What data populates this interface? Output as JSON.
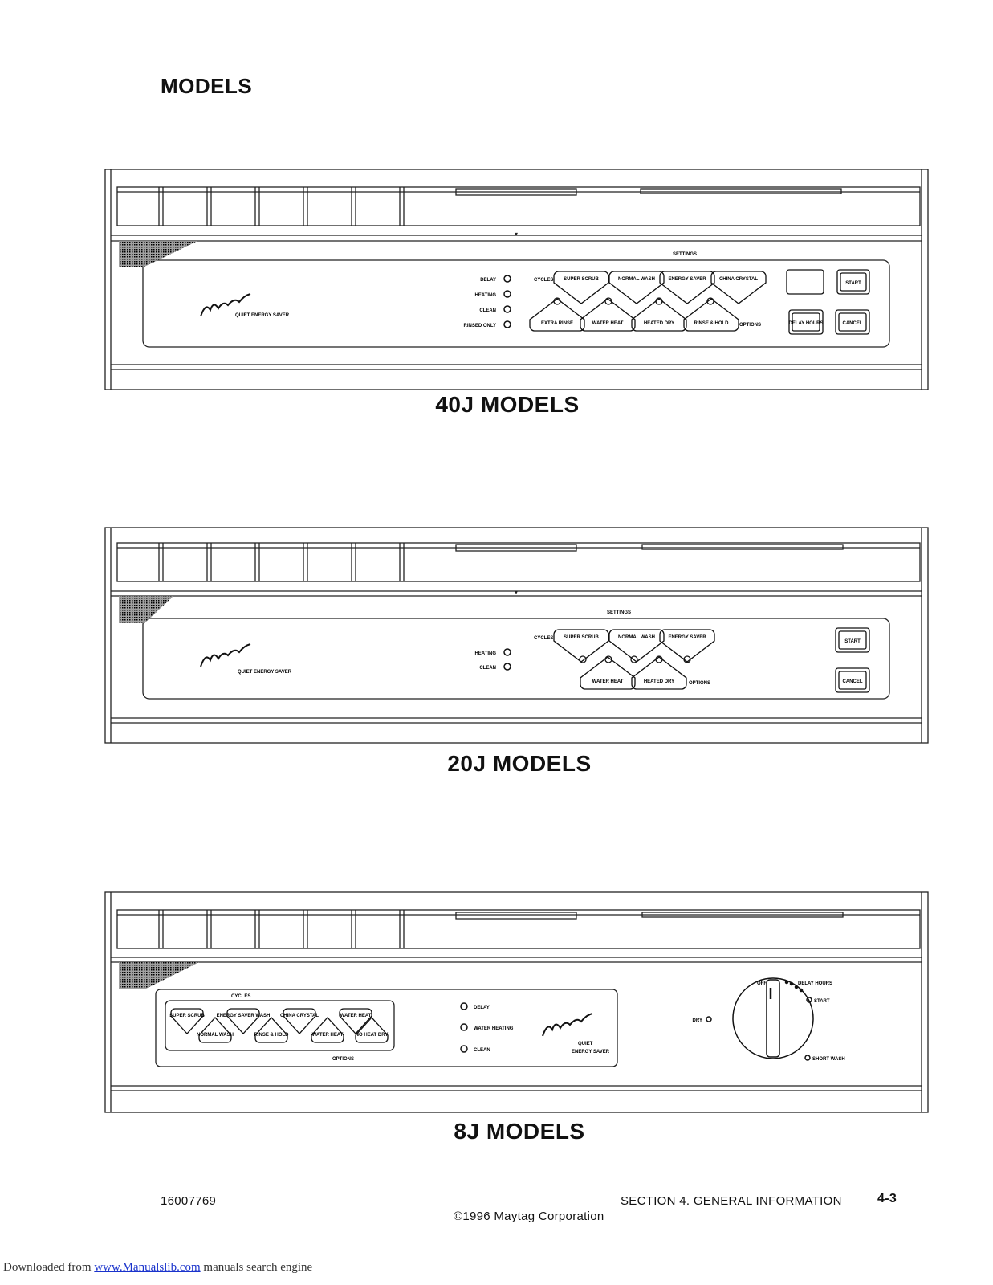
{
  "header": {
    "title": "MODELS"
  },
  "panels": [
    {
      "caption": "40J MODELS",
      "brand": "Maytag",
      "subtitle": "QUIET ENERGY SAVER",
      "indicators": [
        "DELAY",
        "HEATING",
        "CLEAN",
        "RINSED ONLY"
      ],
      "header_label": "SETTINGS",
      "cycles_label": "CYCLES",
      "options_label": "OPTIONS",
      "cycle_buttons": [
        "SUPER SCRUB",
        "NORMAL WASH",
        "ENERGY SAVER",
        "CHINA CRYSTAL"
      ],
      "option_buttons": [
        "EXTRA RINSE",
        "WATER HEAT",
        "HEATED DRY",
        "RINSE & HOLD"
      ],
      "start": "START",
      "cancel": "CANCEL",
      "delay": "DELAY HOURS"
    },
    {
      "caption": "20J MODELS",
      "brand": "Maytag",
      "subtitle": "QUIET ENERGY SAVER",
      "indicators": [
        "HEATING",
        "CLEAN"
      ],
      "header_label": "SETTINGS",
      "cycles_label": "CYCLES",
      "options_label": "OPTIONS",
      "cycle_buttons": [
        "SUPER SCRUB",
        "NORMAL WASH",
        "ENERGY SAVER"
      ],
      "option_buttons": [
        "WATER HEAT",
        "HEATED DRY"
      ],
      "start": "START",
      "cancel": "CANCEL"
    },
    {
      "caption": "8J MODELS",
      "brand": "Maytag",
      "subtitle_line1": "QUIET",
      "subtitle_line2": "ENERGY SAVER",
      "cycles_label": "CYCLES",
      "options_label": "OPTIONS",
      "buttons": [
        "SUPER SCRUB",
        "NORMAL WASH",
        "ENERGY SAVER WASH",
        "RINSE & HOLD",
        "CHINA CRYSTAL",
        "WATER HEAT",
        "WATER HEAT",
        "NO HEAT DRY"
      ],
      "indicators": [
        "DELAY",
        "WATER HEATING",
        "CLEAN"
      ],
      "dial_labels": {
        "off": "OFF",
        "delay": "DELAY HOURS",
        "start": "START",
        "dry": "DRY",
        "short_wash": "SHORT WASH"
      }
    }
  ],
  "footer": {
    "doc_number": "16007769",
    "section": "SECTION 4. GENERAL INFORMATION",
    "page": "4-3",
    "copyright": "©1996 Maytag Corporation"
  },
  "download": {
    "prefix": "Downloaded from ",
    "link": "www.Manualslib.com",
    "suffix": " manuals search engine"
  }
}
